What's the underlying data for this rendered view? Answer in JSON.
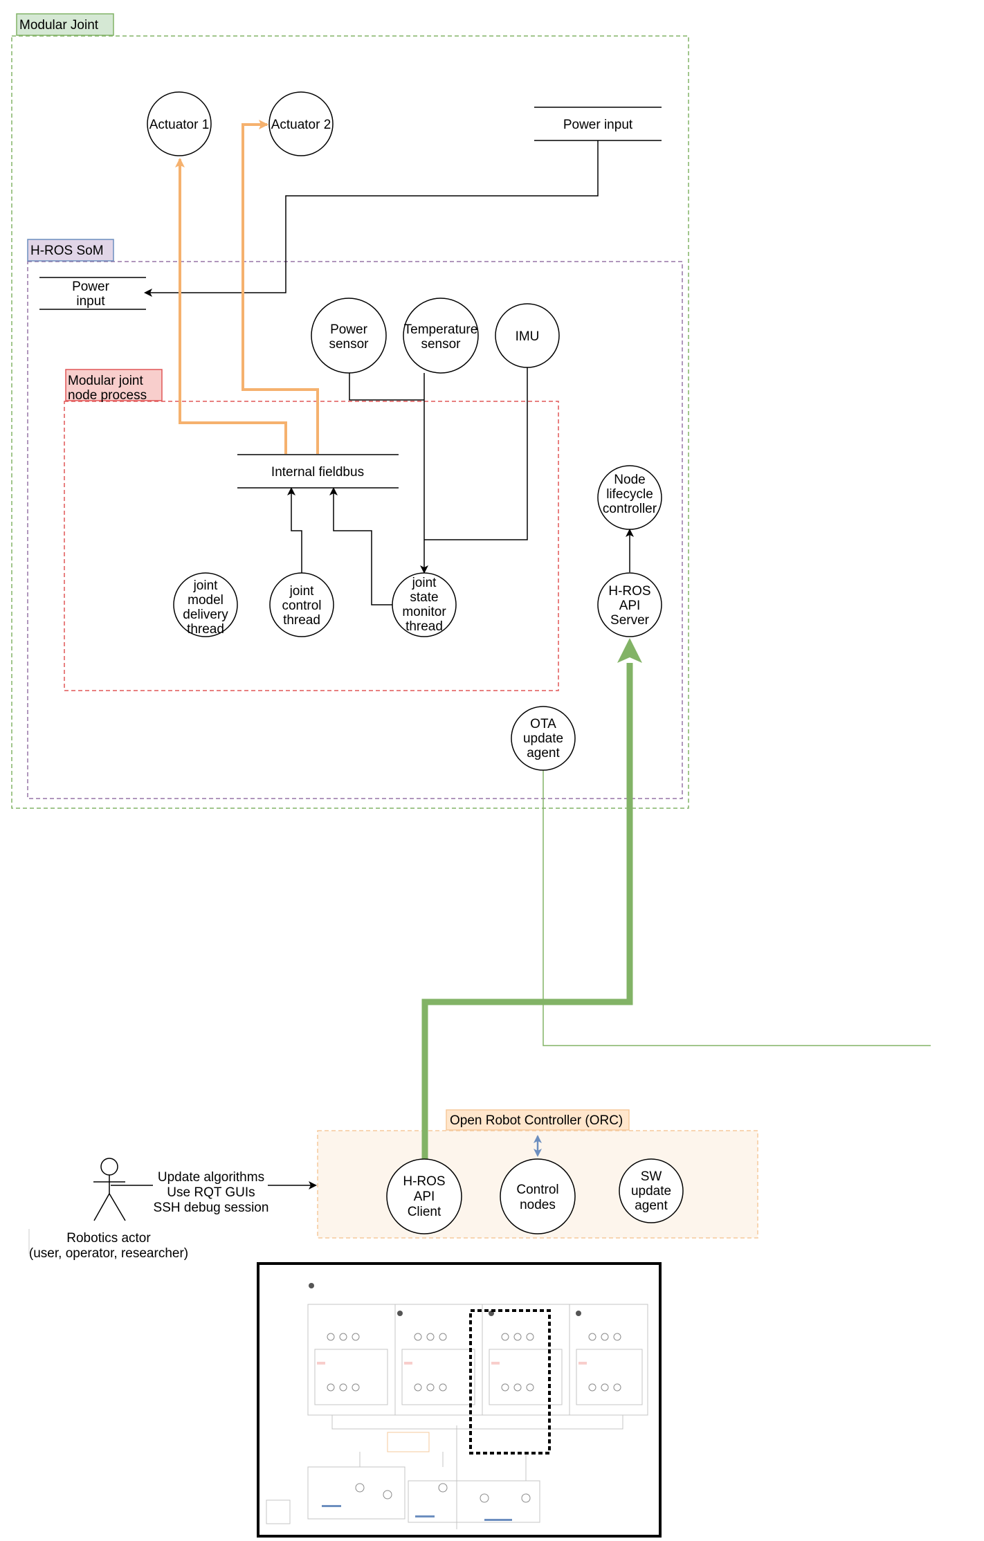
{
  "colors": {
    "modular_joint_border": "#82b366",
    "modular_joint_tag_fill": "#d5e8d4",
    "som_border": "#9673a6",
    "som_tag_fill": "#e1d5e7",
    "node_process_border": "#e05656",
    "node_process_tag_fill": "#f8cecc",
    "orc_border": "#f5c99b",
    "orc_fill": "#fdf5ec",
    "orc_tag_fill": "#ffe6cc",
    "actuator_line": "#f5b16e",
    "green_link": "#82b366",
    "blue_link": "#6c8ebf"
  },
  "containers": {
    "modular_joint": "Modular Joint",
    "som": "H-ROS SoM",
    "node_process": [
      "Modular joint",
      "node process"
    ],
    "orc": "Open Robot Controller (ORC)"
  },
  "nodes": {
    "actuator1": [
      "Actuator 1"
    ],
    "actuator2": [
      "Actuator 2"
    ],
    "power_sensor": [
      "Power",
      "sensor"
    ],
    "temperature_sensor": [
      "Temperature",
      "sensor"
    ],
    "imu": [
      "IMU"
    ],
    "node_lifecycle": [
      "Node",
      "lifecycle",
      "controller"
    ],
    "hros_api_server": [
      "H-ROS",
      "API",
      "Server"
    ],
    "joint_model": [
      "joint",
      "model",
      "delivery",
      "thread"
    ],
    "joint_control": [
      "joint",
      "control",
      "thread"
    ],
    "joint_state": [
      "joint",
      "state",
      "monitor",
      "thread"
    ],
    "ota_agent": [
      "OTA",
      "update",
      "agent"
    ],
    "hros_api_client": [
      "H-ROS",
      "API",
      "Client"
    ],
    "control_nodes": [
      "Control",
      "nodes"
    ],
    "sw_update_agent": [
      "SW",
      "update",
      "agent"
    ]
  },
  "stores": {
    "power_input_top": [
      "Power input"
    ],
    "power_input_som": [
      "Power",
      "input"
    ],
    "internal_fieldbus": [
      "Internal fieldbus"
    ]
  },
  "actor": {
    "actions": [
      "Update algorithms",
      "Use RQT GUIs",
      "SSH debug session"
    ],
    "name": [
      "Robotics actor",
      "(user, operator, researcher)"
    ]
  },
  "icons": {
    "actor": "stick-figure-icon",
    "thumbnail": "overview-diagram-thumbnail"
  }
}
